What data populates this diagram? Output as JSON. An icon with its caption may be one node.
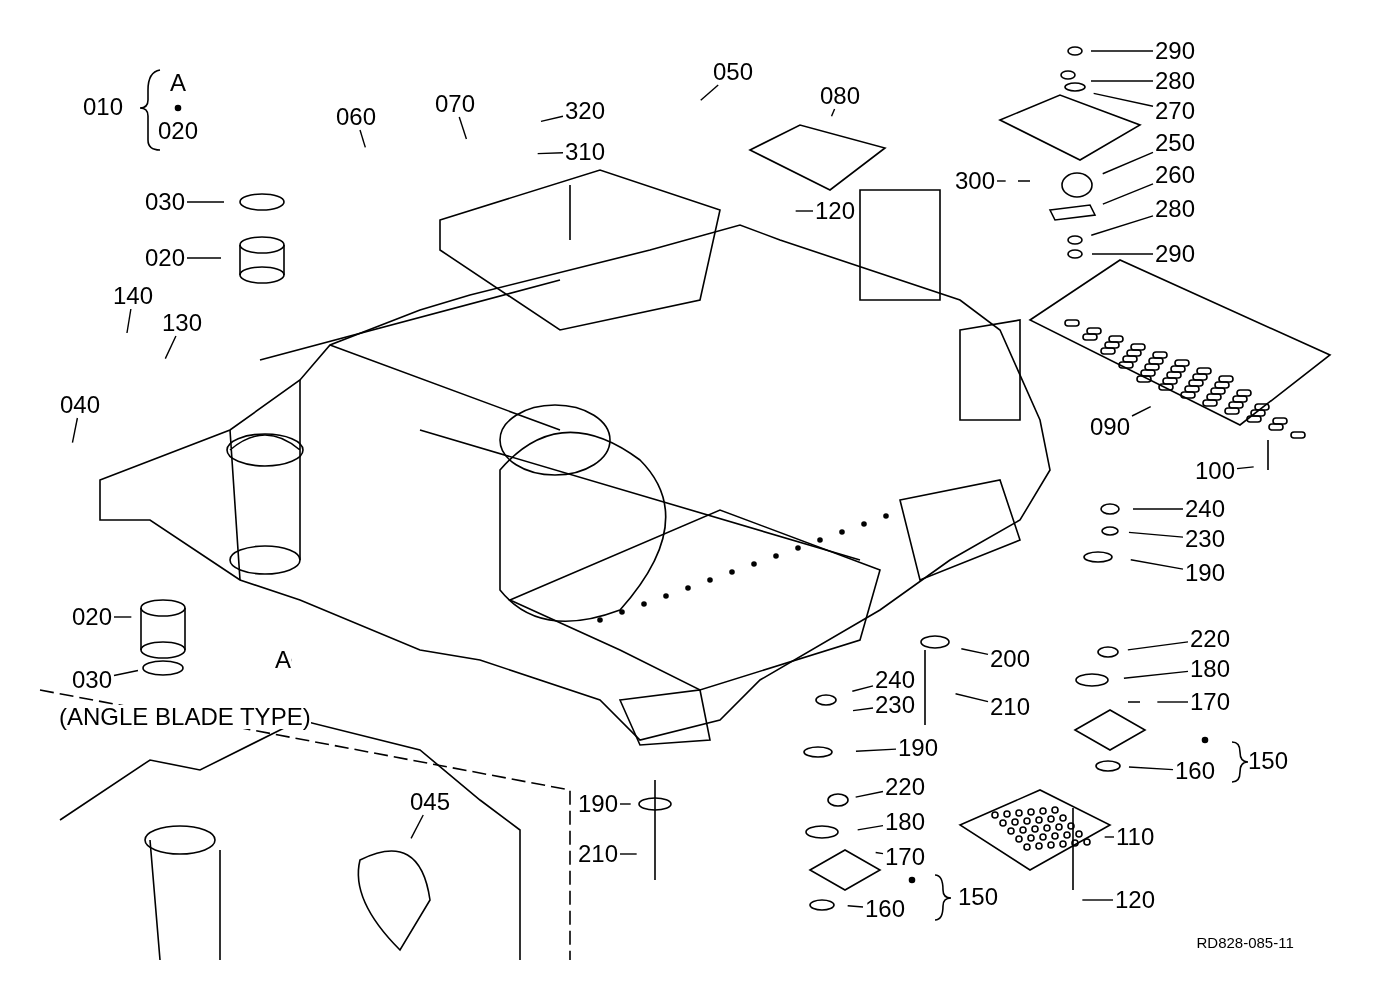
{
  "diagram": {
    "nodes": [
      {
        "text": [
          "030"
        ]
      },
      {
        "text": [
          "020"
        ]
      },
      {
        "text": [
          "140"
        ]
      },
      {
        "text": [
          "130"
        ]
      },
      {
        "text": [
          "040"
        ]
      },
      {
        "text": [
          "060"
        ]
      },
      {
        "text": [
          "070"
        ]
      },
      {
        "text": [
          "050"
        ]
      },
      {
        "text": [
          "320"
        ]
      },
      {
        "text": [
          "310"
        ]
      },
      {
        "text": [
          "080"
        ]
      },
      {
        "text": [
          "120"
        ]
      },
      {
        "text": [
          "290"
        ]
      },
      {
        "text": [
          "280"
        ]
      },
      {
        "text": [
          "270"
        ]
      },
      {
        "text": [
          "250"
        ]
      },
      {
        "text": [
          "300"
        ]
      },
      {
        "text": [
          "260"
        ]
      },
      {
        "text": [
          "280"
        ]
      },
      {
        "text": [
          "290"
        ]
      },
      {
        "text": [
          "090"
        ]
      },
      {
        "text": [
          "100"
        ]
      },
      {
        "text": [
          "240"
        ]
      },
      {
        "text": [
          "230"
        ]
      },
      {
        "text": [
          "190"
        ]
      },
      {
        "text": [
          "020"
        ]
      },
      {
        "text": [
          "220"
        ]
      },
      {
        "text": [
          "200"
        ]
      },
      {
        "text": [
          "180"
        ]
      },
      {
        "text": [
          "030"
        ]
      },
      {
        "text": [
          "240"
        ]
      },
      {
        "text": [
          "170"
        ]
      },
      {
        "text": [
          "210"
        ]
      },
      {
        "text": [
          "230"
        ]
      },
      {
        "text": [
          "190"
        ]
      },
      {
        "text": [
          "160"
        ]
      },
      {
        "text": [
          "220"
        ]
      },
      {
        "text": [
          "190"
        ]
      },
      {
        "text": [
          "045"
        ]
      },
      {
        "text": [
          "180"
        ]
      },
      {
        "text": [
          "110"
        ]
      },
      {
        "text": [
          "210"
        ]
      },
      {
        "text": [
          "170"
        ]
      },
      {
        "text": [
          "120"
        ]
      },
      {
        "text": [
          "160"
        ]
      }
    ],
    "edges": [
      {
        "from": 0,
        "to": null,
        "arrow": "none"
      },
      {
        "from": 1,
        "to": null,
        "arrow": "none"
      },
      {
        "from": 2,
        "to": null,
        "arrow": "none"
      },
      {
        "from": 3,
        "to": null,
        "arrow": "none"
      },
      {
        "from": 4,
        "to": null,
        "arrow": "none"
      },
      {
        "from": 5,
        "to": null,
        "arrow": "none"
      },
      {
        "from": 6,
        "to": null,
        "arrow": "none"
      },
      {
        "from": 7,
        "to": null,
        "arrow": "none"
      },
      {
        "from": 8,
        "to": null,
        "arrow": "none"
      },
      {
        "from": 9,
        "to": null,
        "arrow": "none"
      },
      {
        "from": 10,
        "to": null,
        "arrow": "none"
      },
      {
        "from": 11,
        "to": null,
        "arrow": "none"
      },
      {
        "from": 12,
        "to": null,
        "arrow": "none"
      },
      {
        "from": 13,
        "to": null,
        "arrow": "none"
      },
      {
        "from": 14,
        "to": null,
        "arrow": "none"
      },
      {
        "from": 15,
        "to": null,
        "arrow": "none"
      },
      {
        "from": 16,
        "to": null,
        "arrow": "none"
      },
      {
        "from": 17,
        "to": null,
        "arrow": "none"
      },
      {
        "from": 18,
        "to": null,
        "arrow": "none"
      },
      {
        "from": 19,
        "to": null,
        "arrow": "none"
      },
      {
        "from": 20,
        "to": null,
        "arrow": "none"
      },
      {
        "from": 21,
        "to": null,
        "arrow": "none"
      },
      {
        "from": 22,
        "to": null,
        "arrow": "none"
      },
      {
        "from": 23,
        "to": null,
        "arrow": "none"
      },
      {
        "from": 24,
        "to": null,
        "arrow": "none"
      },
      {
        "from": 25,
        "to": null,
        "arrow": "none"
      },
      {
        "from": 26,
        "to": null,
        "arrow": "none"
      },
      {
        "from": 27,
        "to": null,
        "arrow": "none"
      },
      {
        "from": 28,
        "to": null,
        "arrow": "none"
      },
      {
        "from": 29,
        "to": null,
        "arrow": "none"
      },
      {
        "from": 30,
        "to": null,
        "arrow": "none"
      },
      {
        "from": 31,
        "to": null,
        "arrow": "none"
      },
      {
        "from": 32,
        "to": null,
        "arrow": "none"
      },
      {
        "from": 33,
        "to": null,
        "arrow": "none"
      },
      {
        "from": 34,
        "to": null,
        "arrow": "none"
      },
      {
        "from": 35,
        "to": null,
        "arrow": "none"
      },
      {
        "from": 36,
        "to": null,
        "arrow": "none"
      },
      {
        "from": 37,
        "to": null,
        "arrow": "none"
      },
      {
        "from": 38,
        "to": null,
        "arrow": "none"
      },
      {
        "from": 39,
        "to": null,
        "arrow": "none"
      },
      {
        "from": 40,
        "to": null,
        "arrow": "none"
      },
      {
        "from": 41,
        "to": null,
        "arrow": "none"
      },
      {
        "from": 42,
        "to": null,
        "arrow": "none"
      },
      {
        "from": 43,
        "to": null,
        "arrow": "none"
      },
      {
        "from": 44,
        "to": null,
        "arrow": "none"
      }
    ],
    "labels": [
      "010",
      "A",
      "020",
      "A",
      "(ANGLE BLADE TYPE)",
      "150",
      "150",
      "RD828-085-11"
    ]
  }
}
